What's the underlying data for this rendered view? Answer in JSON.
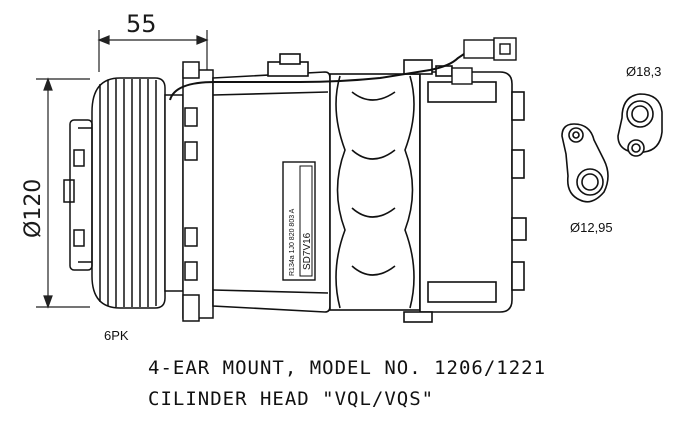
{
  "dimensions": {
    "width_top": "55",
    "diameter_left": "Ø120",
    "pulley_grooves": "6PK",
    "port_large": "Ø18,3",
    "port_small": "Ø12,95"
  },
  "label_plate": {
    "model_code": "SD7V16",
    "line1": "R134a 1J0 820 803 A"
  },
  "caption": {
    "line1": "4-EAR MOUNT, MODEL NO. 1206/1221",
    "line2": "CILINDER HEAD \"VQL/VQS\""
  }
}
